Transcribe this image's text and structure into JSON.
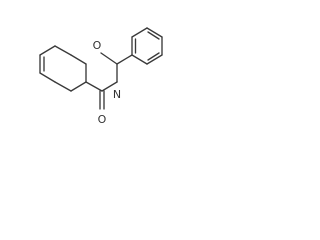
{
  "atoms": {
    "amide_oxygen": "O",
    "amide_nitrogen": "N",
    "ketone_oxygen": "O"
  },
  "colors": {
    "bond": "#3a3a3a",
    "label": "#333333",
    "background": "#ffffff"
  }
}
